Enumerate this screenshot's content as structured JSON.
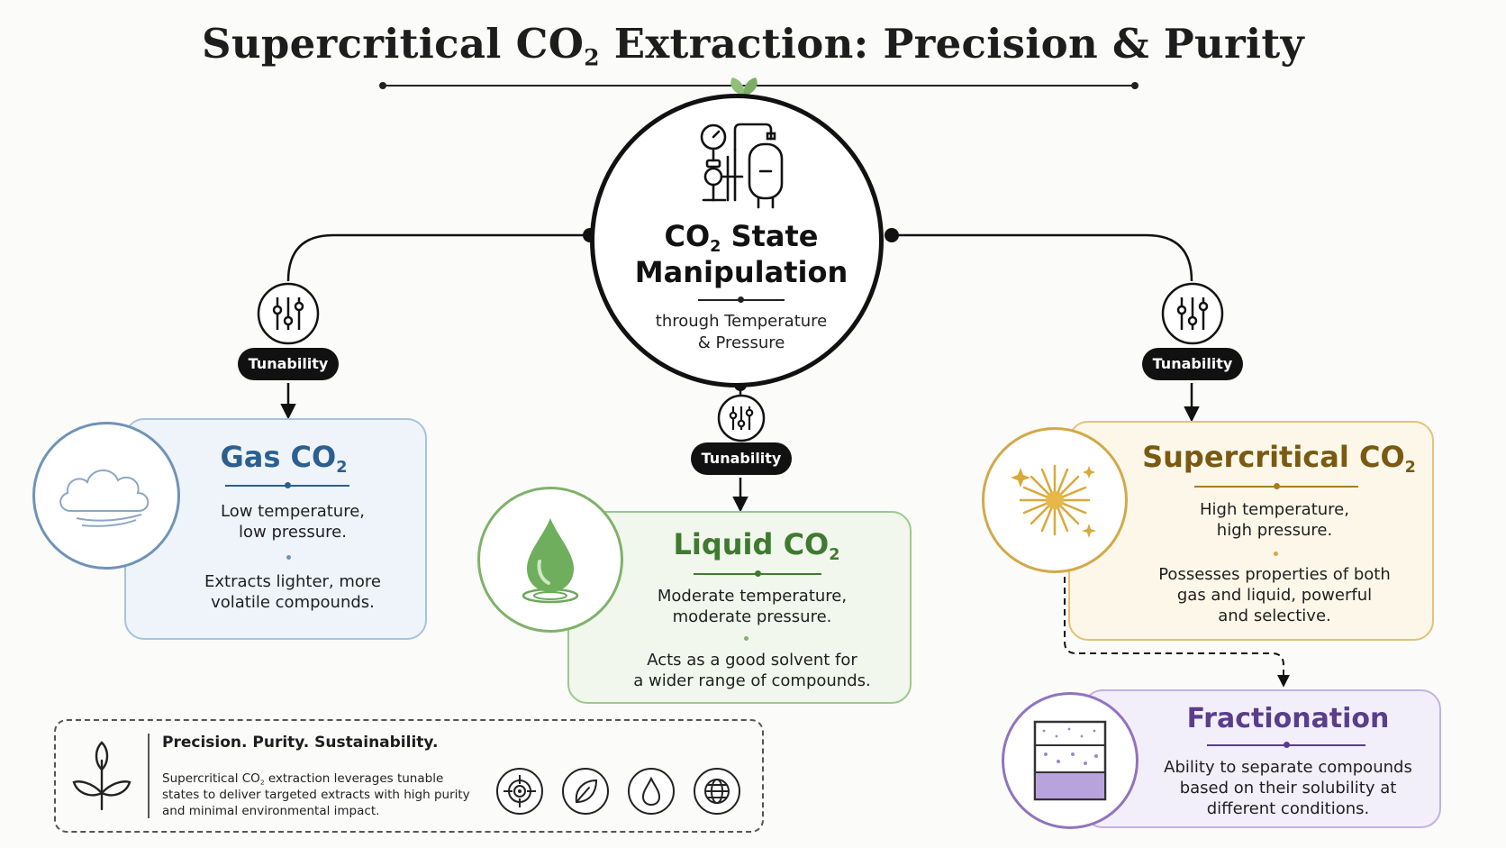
{
  "title_parts": {
    "a": "Supercritical CO",
    "sub": "2",
    "b": " Extraction: Precision & Purity"
  },
  "hub": {
    "title_a": "CO",
    "title_sub": "2",
    "title_b": " State",
    "title_c": "Manipulation",
    "subtitle_1": "through Temperature",
    "subtitle_2": "& Pressure",
    "icon": "pressure-vessel-icon"
  },
  "tunability_label": "Tunability",
  "gas": {
    "title_a": "Gas CO",
    "title_sub": "2",
    "line1": "Low temperature,",
    "line2": "low pressure.",
    "line3": "Extracts lighter, more",
    "line4": "volatile compounds.",
    "icon": "cloud-icon",
    "color": "#2c5f8f",
    "border": "#a8c3dd",
    "fill": "#eef4fa"
  },
  "liquid": {
    "title_a": "Liquid CO",
    "title_sub": "2",
    "line1": "Moderate temperature,",
    "line2": "moderate pressure.",
    "line3": "Acts as a good solvent for",
    "line4": "a wider range of compounds.",
    "icon": "droplet-icon",
    "color": "#3f7a30",
    "border": "#9cc98a",
    "fill": "#f1f7ec"
  },
  "supercritical": {
    "title_a": "Supercritical CO",
    "title_sub": "2",
    "line1": "High temperature,",
    "line2": "high pressure.",
    "line3": "Possesses properties of both",
    "line4": "gas and liquid, powerful",
    "line5": "and selective.",
    "icon": "starburst-icon",
    "color": "#7a5a12",
    "border": "#e2c27a",
    "fill": "#fdf7e9"
  },
  "fractionation": {
    "title": "Fractionation",
    "line1": "Ability to separate compounds",
    "line2": "based on their solubility at",
    "line3": "different conditions.",
    "icon": "layered-column-icon",
    "color": "#5a3e8c",
    "border": "#c2b2e0",
    "fill": "#f3effa"
  },
  "footer": {
    "heading": "Precision. Purity. Sustainability.",
    "text_a": "Supercritical CO",
    "text_sub": "2",
    "text_b": " extraction leverages tunable states to deliver targeted extracts with high purity and minimal environmental impact.",
    "icons": [
      "target-icon",
      "leaf-icon",
      "drop-icon",
      "globe-icon"
    ]
  }
}
